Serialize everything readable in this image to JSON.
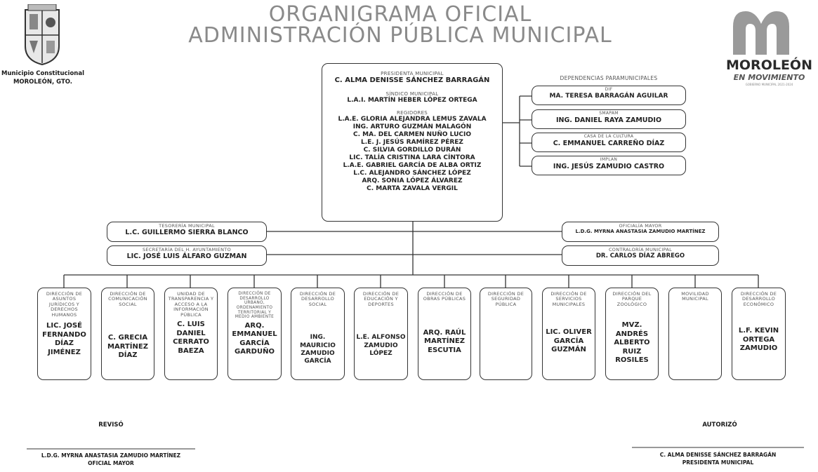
{
  "header": {
    "title_line1": "ORGANIGRAMA OFICIAL",
    "title_line2": "ADMINISTRACIÓN PÚBLICA MUNICIPAL",
    "municipio_line1": "Municipio Constitucional",
    "municipio_line2": "MOROLEÓN, GTO.",
    "brand_name": "MOROLEÓN",
    "brand_slogan": "EN MOVIMIENTO",
    "brand_small": "GOBIERNO MUNICIPAL 2021-2024"
  },
  "top": {
    "presidenta_label": "PRESIDENTA MUNICIPAL",
    "presidenta_name": "C. ALMA DENISSE SÁNCHEZ BARRAGÁN",
    "sindico_label": "SÍNDICO MUNICIPAL",
    "sindico_name": "L.A.I. MARTÍN HEBER LÓPEZ ORTEGA",
    "regidores_label": "REGIDORES",
    "regidores": [
      "L.A.E. GLORIA ALEJANDRA LEMUS ZAVALA",
      "ING. ARTURO GUZMÁN MALAGÓN",
      "C. MA. DEL CARMEN NUÑO LUCIO",
      "L.E. J. JESÚS RAMÍREZ PÉREZ",
      "C. SILVIA GORDILLO DURÁN",
      "LIC. TALÍA CRISTINA LARA CÍNTORA",
      "L.A.E. GABRIEL GARCÍA DE ALBA ORTIZ",
      "L.C. ALEJANDRO SÁNCHEZ LÓPEZ",
      "ARQ. SONIA LÓPEZ ÁLVAREZ",
      "C. MARTA ZAVALA VERGIL"
    ]
  },
  "paramunicipales": {
    "heading": "DEPENDENCIAS PARAMUNICIPALES",
    "items": [
      {
        "label": "DIF",
        "name": "MA. TERESA BARRAGÁN AGUILAR"
      },
      {
        "label": "SMAPAM",
        "name": "ING. DANIEL RAYA ZAMUDIO"
      },
      {
        "label": "CASA DE LA CULTURA",
        "name": "C. EMMANUEL CARREÑO DÍAZ"
      },
      {
        "label": "IMPLAN",
        "name": "ING. JESÚS ZAMUDIO CASTRO"
      }
    ]
  },
  "staff": {
    "tesoreria": {
      "label": "TESORERÍA MUNICIPAL",
      "name": "L.C. GUILLERMO SIERRA BLANCO"
    },
    "secretaria": {
      "label": "SECRETARÍA DEL H. AYUNTAMIENTO",
      "name": "LIC. JOSÉ LUIS ÁLFARO GUZMAN"
    },
    "oficialia": {
      "label": "OFICIALÍA MAYOR",
      "name": "L.D.G. MYRNA ANASTASIA ZAMUDIO MARTÍNEZ"
    },
    "contraloria": {
      "label": "CONTRALORÍA MUNICIPAL",
      "name": "DR. CARLOS DÍAZ ABREGO"
    }
  },
  "direcciones": [
    {
      "label": "DIRECCIÓN DE ASUNTOS JURÍDICOS Y DERECHOS HUMANOS",
      "name": "LIC. JOSÉ FERNANDO DÍAZ JIMÉNEZ"
    },
    {
      "label": "DIRECCIÓN DE COMUNICACIÓN SOCIAL",
      "name": "C. GRECIA MARTÍNEZ DÍAZ"
    },
    {
      "label": "UNIDAD DE TRANSPARENCIA Y ACCESO A LA INFORMACIÓN PÚBLICA",
      "name": "C. LUIS DANIEL CERRATO BAEZA"
    },
    {
      "label": "DIRECCIÓN DE DESARROLLO URBANO, ORDENAMIENTO TERRITORIAL Y MEDIO AMBIENTE",
      "name": "ARQ. EMMANUEL GARCÍA GARDUÑO"
    },
    {
      "label": "DIRECCIÓN DE DESARROLLO SOCIAL",
      "name": "ING. MAURICIO ZAMUDIO GARCÍA"
    },
    {
      "label": "DIRECCIÓN DE EDUCACIÓN Y DEPORTES",
      "name": "L.E. ALFONSO ZAMUDIO LÓPEZ"
    },
    {
      "label": "DIRECCIÓN DE OBRAS PÚBLICAS",
      "name": "ARQ. RAÚL MARTÍNEZ ESCUTIA"
    },
    {
      "label": "DIRECCIÓN DE SEGURIDAD PÚBLICA",
      "name": ""
    },
    {
      "label": "DIRECCIÓN DE SERVICIOS MUNICIPALES",
      "name": "LIC. OLIVER GARCÍA GUZMÁN"
    },
    {
      "label": "DIRECCIÓN DEL PARQUE ZOOLÓGICO",
      "name": "MVZ. ANDRÉS ALBERTO RUIZ ROSILES"
    },
    {
      "label": "MOVILIDAD MUNICIPAL",
      "name": ""
    },
    {
      "label": "DIRECCIÓN DE DESARROLLO ECONÓMICO",
      "name": "L.F. KEVIN ORTEGA ZAMUDIO"
    }
  ],
  "footer": {
    "reviso_label": "REVISÓ",
    "reviso_name": "L.D.G. MYRNA ANASTASIA ZAMUDIO MARTÍNEZ",
    "reviso_role": "OFICIAL MAYOR",
    "autorizo_label": "AUTORIZÓ",
    "autorizo_name": "C. ALMA DENISSE SÁNCHEZ BARRAGÁN",
    "autorizo_role": "PRESIDENTA MUNICIPAL"
  },
  "colors": {
    "title_gray": "#8a8a8a",
    "line": "#333333",
    "brand_dark": "#2a2a2a",
    "brand_gray": "#9a9a9a"
  }
}
